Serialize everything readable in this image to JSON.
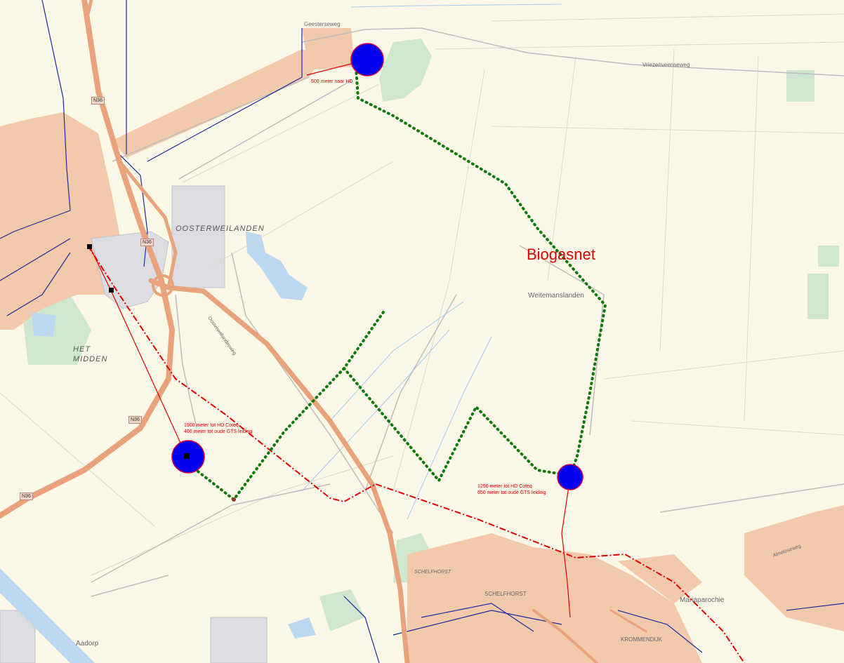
{
  "map": {
    "title": "Biogasnet",
    "places": {
      "oosterweilanden": "OOSTERWEILANDEN",
      "het_midden_1": "HET",
      "het_midden_2": "MIDDEN",
      "weitemanslanden": "Weitemanslanden",
      "schelfhorst_1": "SCHELFHORST",
      "schelfhorst_2": "SCHELFHORST",
      "mariaparochie": "Mariaparochie",
      "krommendijk": "KROMMENDIJK",
      "aadorp": "Aadorp"
    },
    "roads": {
      "n36_a": "N36",
      "n36_b": "N36",
      "n36_c": "N36",
      "n36_d": "N36",
      "vriezenveenseweg": "Vriezenveenseweg",
      "geesterseweg": "Geesterseweg",
      "oosterweilandenweg": "Oosterweilandenweg",
      "almeloseweg": "Almeloseweg"
    },
    "annotations": {
      "north": "500 meter naar HD",
      "west_line1": "1900 meter tot HD Coteq",
      "west_line2": "400 meter tot oude GTS leiding",
      "east_line1": "1250 meter tot HD Coteq",
      "east_line2": "650 meter tot oude GTS leiding"
    },
    "colors": {
      "background": "#fcf8e8",
      "urban": "#f3c9ac",
      "green": "#cfe7cf",
      "water": "#bcd7f0",
      "major_road": "#e8a27c",
      "biogas_pipeline": "#0a7a0a",
      "hd_connection": "#e00000",
      "boundary": "#e00000",
      "site_marker": "#0000ee"
    }
  }
}
